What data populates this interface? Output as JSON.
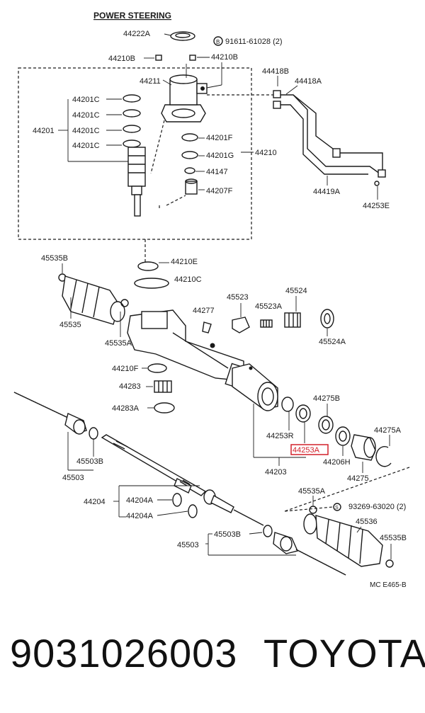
{
  "title": "POWER STEERING",
  "figure_code": "MC E465-B",
  "labels": {
    "p44222A": "44222A",
    "p44210B_l": "44210B",
    "p44210B_r": "44210B",
    "bolt_ref": "91611-61028 (2)",
    "bolt_symbol": "B",
    "p44211": "44211",
    "p44201C_1": "44201C",
    "p44201C_2": "44201C",
    "p44201C_3": "44201C",
    "p44201C_4": "44201C",
    "p44201": "44201",
    "p44201F": "44201F",
    "p44201G": "44201G",
    "p44147": "44147",
    "p44207F": "44207F",
    "p44210": "44210",
    "p44418B": "44418B",
    "p44418A": "44418A",
    "p44419A": "44419A",
    "p44253E": "44253E",
    "p45535B_top": "45535B",
    "p44210E": "44210E",
    "p44210C": "44210C",
    "p45535_l": "45535",
    "p45535A_l": "45535A",
    "p44277": "44277",
    "p45523": "45523",
    "p45523A": "45523A",
    "p45524": "45524",
    "p45524A": "45524A",
    "p44210F": "44210F",
    "p44283": "44283",
    "p44283A": "44283A",
    "p44275B": "44275B",
    "p44253R": "44253R",
    "p44253A": "44253A",
    "p44203": "44203",
    "p44206H": "44206H",
    "p44275": "44275",
    "p44275A": "44275A",
    "p45503B_l": "45503B",
    "p45503_l": "45503",
    "p44204": "44204",
    "p44204A_1": "44204A",
    "p44204A_2": "44204A",
    "p45535A_r": "45535A",
    "bolt_ref2": "93269-63020 (2)",
    "bolt_symbol2": "S",
    "p45536": "45536",
    "p45535B_r": "45535B",
    "p45503B_r": "45503B",
    "p45503_r": "45503"
  },
  "highlight_part": "44253A",
  "highlight_color": "#d2202a",
  "footer": {
    "part_number": "9031026003",
    "brand": "TOYOTA"
  }
}
